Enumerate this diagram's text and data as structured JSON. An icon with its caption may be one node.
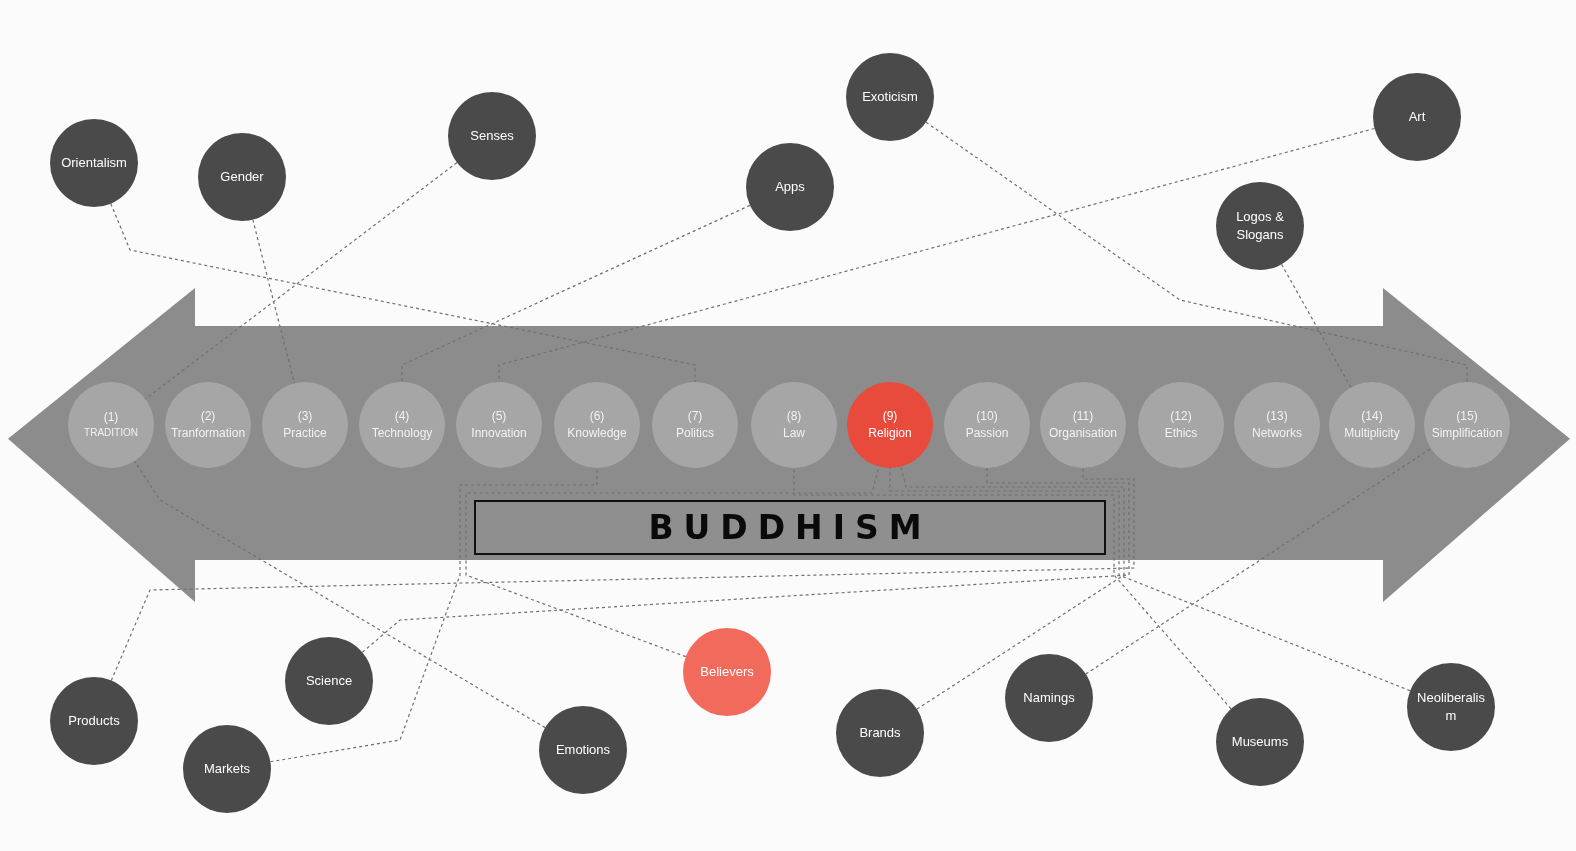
{
  "diagram": {
    "nodes": [
      {
        "text": [
          "Orientalism"
        ]
      },
      {
        "text": [
          "Gender"
        ]
      },
      {
        "text": [
          "Senses"
        ]
      },
      {
        "text": [
          "Apps"
        ]
      },
      {
        "text": [
          "Exoticism"
        ]
      },
      {
        "text": [
          "Logos & Slogans"
        ]
      },
      {
        "text": [
          "Art"
        ]
      },
      {
        "text": [],
        "shape": "arrow"
      },
      {
        "text": [
          "(1)",
          "TRADITION"
        ],
        "in": 7
      },
      {
        "text": [
          "(2)",
          "Tranformation"
        ],
        "in": 7
      },
      {
        "text": [
          "(3)",
          "Practice"
        ],
        "in": 7
      },
      {
        "text": [
          "(4)",
          "Technology"
        ],
        "in": 7
      },
      {
        "text": [
          "(5)",
          "Innovation"
        ],
        "in": 7
      },
      {
        "text": [
          "(6)",
          "Knowledge"
        ],
        "in": 7
      },
      {
        "text": [
          "(7)",
          "Politics"
        ],
        "in": 7
      },
      {
        "text": [
          "(8)",
          "Law"
        ],
        "in": 7
      },
      {
        "text": [
          "(9)",
          "Religion"
        ],
        "in": 7
      },
      {
        "text": [
          "(10)",
          "Passion"
        ],
        "in": 7
      },
      {
        "text": [
          "(11)",
          "Organisation"
        ],
        "in": 7
      },
      {
        "text": [
          "(12)",
          "Ethics"
        ],
        "in": 7
      },
      {
        "text": [
          "(13)",
          "Networks"
        ],
        "in": 7
      },
      {
        "text": [
          "(14)",
          "Multiplicity"
        ],
        "in": 7
      },
      {
        "text": [
          "(15)",
          "Simplification"
        ],
        "in": 7
      },
      {
        "text": [
          "BUDDHISM"
        ],
        "in": 7
      },
      {
        "text": [
          "Products"
        ]
      },
      {
        "text": [
          "Science"
        ]
      },
      {
        "text": [
          "Markets"
        ]
      },
      {
        "text": [
          "Emotions"
        ]
      },
      {
        "text": [
          "Believers"
        ]
      },
      {
        "text": [
          "Brands"
        ]
      },
      {
        "text": [
          "Namings"
        ]
      },
      {
        "text": [
          "Museums"
        ]
      },
      {
        "text": [
          "Neoliberalism"
        ]
      }
    ],
    "edges": [
      {
        "from": 0,
        "to": 14,
        "arrow": "none",
        "style": "dashed"
      },
      {
        "from": 1,
        "to": 10,
        "arrow": "none",
        "style": "dashed"
      },
      {
        "from": 2,
        "to": 8,
        "arrow": "none",
        "style": "dashed"
      },
      {
        "from": 3,
        "to": 11,
        "arrow": "none",
        "style": "dashed"
      },
      {
        "from": 4,
        "to": 22,
        "arrow": "none",
        "style": "dashed"
      },
      {
        "from": 5,
        "to": 21,
        "arrow": "none",
        "style": "dashed"
      },
      {
        "from": 6,
        "to": 12,
        "arrow": "none",
        "style": "dashed"
      },
      {
        "from": 24,
        "to": 18,
        "arrow": "none",
        "style": "dashed"
      },
      {
        "from": 25,
        "to": 17,
        "arrow": "none",
        "style": "dashed"
      },
      {
        "from": 26,
        "to": 13,
        "arrow": "none",
        "style": "dashed"
      },
      {
        "from": 27,
        "to": 8,
        "arrow": "none",
        "style": "dashed"
      },
      {
        "from": 28,
        "to": 16,
        "arrow": "none",
        "style": "dashed"
      },
      {
        "from": 29,
        "to": 16,
        "arrow": "none",
        "style": "dashed"
      },
      {
        "from": 30,
        "to": 22,
        "arrow": "none",
        "style": "dashed"
      },
      {
        "from": 31,
        "to": 15,
        "arrow": "none",
        "style": "dashed"
      },
      {
        "from": 32,
        "to": 16,
        "arrow": "none",
        "style": "dashed"
      }
    ]
  }
}
